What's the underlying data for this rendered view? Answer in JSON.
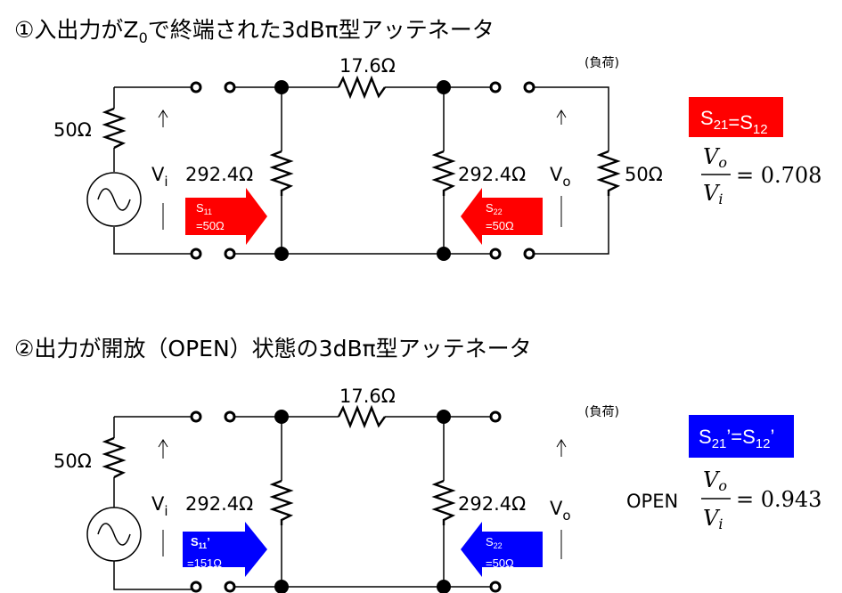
{
  "sections": [
    {
      "title_num": "①",
      "title_pre": "入出力がZ",
      "title_sub": "0",
      "title_post": "で終端された3dBπ型アッテネータ",
      "series_r": "17.6Ω",
      "shunt_left_r": "292.4Ω",
      "shunt_right_r": "292.4Ω",
      "source_r": "50Ω",
      "load_r": "50Ω",
      "load_label": "(負荷)",
      "vi_main": "V",
      "vi_sub": "i",
      "vo_main": "V",
      "vo_sub": "o",
      "left_arrow": {
        "s_main": "S",
        "s_sub": "11",
        "s_prime": "",
        "value": "=50Ω",
        "color": "#ff0000"
      },
      "right_arrow": {
        "s_main": "S",
        "s_sub": "22",
        "s_prime": "",
        "value": "=50Ω",
        "color": "#ff0000"
      },
      "badge": {
        "color": "#ff0000",
        "s1": "S",
        "s1_sub": "21",
        "prime1": "",
        "eq": "=",
        "s2": "S",
        "s2_sub": "12",
        "prime2": ""
      },
      "equation": {
        "prefix": "",
        "num": "V",
        "num_sub": "o",
        "den": "V",
        "den_sub": "i",
        "rhs": "= 0.708"
      }
    },
    {
      "title_num": "②",
      "title_pre": "出力が開放（OPEN）状態の3dBπ型アッテネータ",
      "title_sub": "",
      "title_post": "",
      "series_r": "17.6Ω",
      "shunt_left_r": "292.4Ω",
      "shunt_right_r": "292.4Ω",
      "source_r": "50Ω",
      "load_label": "(負荷)",
      "vi_main": "V",
      "vi_sub": "i",
      "vo_main": "V",
      "vo_sub": "o",
      "left_arrow": {
        "s_main": "S",
        "s_sub": "11",
        "s_prime": "’",
        "value": "=151Ω",
        "color": "#0000ff"
      },
      "right_arrow": {
        "s_main": "S",
        "s_sub": "22",
        "s_prime": "",
        "value": "=50Ω",
        "color": "#0000ff"
      },
      "badge": {
        "color": "#0000ff",
        "s1": "S",
        "s1_sub": "21",
        "prime1": "’",
        "eq": "=",
        "s2": "S",
        "s2_sub": "12",
        "prime2": "’"
      },
      "equation": {
        "prefix": "OPEN",
        "num": "V",
        "num_sub": "o",
        "den": "V",
        "den_sub": "i",
        "rhs": "= 0.943"
      }
    }
  ]
}
